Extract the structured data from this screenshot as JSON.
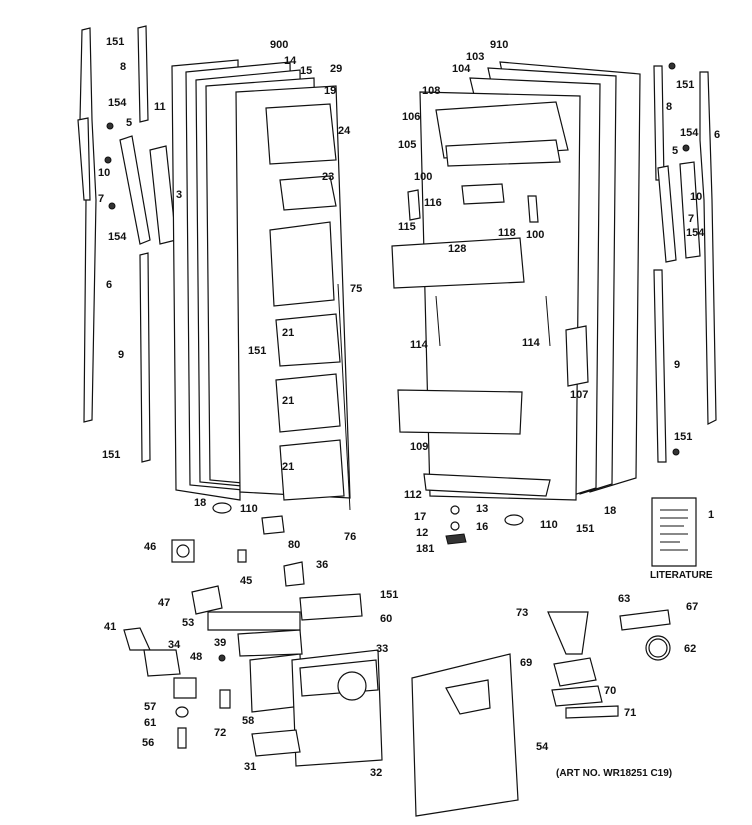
{
  "labels": [
    "151",
    "8",
    "154",
    "11",
    "5",
    "10",
    "3",
    "7",
    "154",
    "6",
    "9",
    "151",
    "900",
    "14",
    "15",
    "29",
    "19",
    "24",
    "23",
    "75",
    "21",
    "151",
    "21",
    "21",
    "18",
    "110",
    "80",
    "76",
    "910",
    "103",
    "104",
    "108",
    "106",
    "105",
    "100",
    "116",
    "115",
    "100",
    "118",
    "128",
    "114",
    "114",
    "107",
    "109",
    "112",
    "13",
    "17",
    "16",
    "12",
    "181",
    "110",
    "151",
    "18",
    "151",
    "8",
    "6",
    "154",
    "5",
    "10",
    "7",
    "154",
    "9",
    "151",
    "1",
    "46",
    "45",
    "36",
    "47",
    "151",
    "53",
    "60",
    "41",
    "39",
    "34",
    "48",
    "33",
    "57",
    "61",
    "72",
    "58",
    "56",
    "31",
    "32",
    "73",
    "63",
    "67",
    "62",
    "69",
    "70",
    "71",
    "54"
  ],
  "literature": "LITERATURE",
  "art_number": "(ART NO. WR18251 C19)"
}
